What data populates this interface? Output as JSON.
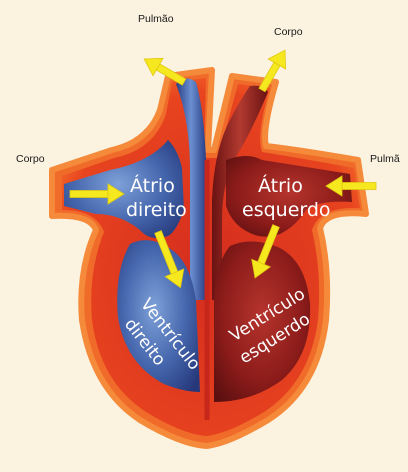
{
  "labels": {
    "top_left": "Pulmão",
    "top_right": "Corpo",
    "side_left": "Corpo",
    "side_right": "Pulmã",
    "right_atrium_line1": "Átrio",
    "right_atrium_line2": "direito",
    "left_atrium_line1": "Átrio",
    "left_atrium_line2": "esquerdo",
    "right_ventricle_line1": "Ventrículo",
    "right_ventricle_line2": "direito",
    "left_ventricle_line1": "Ventrículo",
    "left_ventricle_line2": "esquerdo"
  },
  "colors": {
    "background": "#fbf2e0",
    "outer_wall": "#f05a22",
    "wall_inner": "#c8271c",
    "deoxygenated_blood": "#3e5fa6",
    "oxygenated_blood": "#8c1c1a",
    "arrow": "#f5e81e",
    "text_inside": "#ffffff",
    "text_outside": "#1a1a1a"
  }
}
